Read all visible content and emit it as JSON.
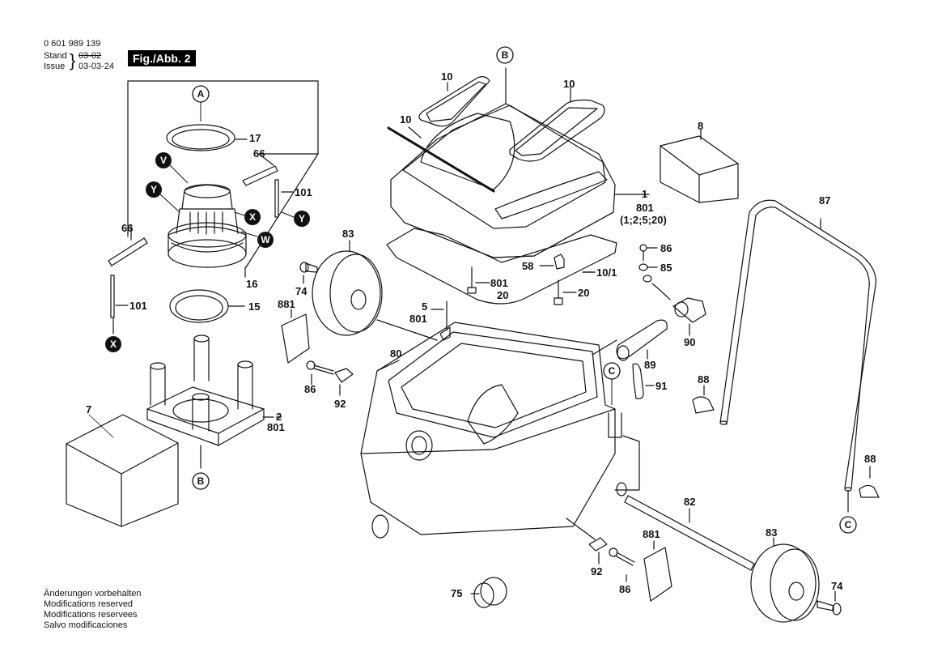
{
  "header": {
    "part_number": "0 601 989 139",
    "stand_label": "Stand",
    "issue_label": "Issue",
    "date_old": "03-02",
    "date_new": "03-03-24",
    "figure": "Fig./Abb. 2"
  },
  "notes": [
    "Änderungen vorbehalten",
    "Modifications reserved",
    "Modifications reservees",
    "Salvo modificaciones"
  ],
  "labels": {
    "p17": "17",
    "p66a": "66",
    "p101a": "101",
    "p66b": "66",
    "p16": "16",
    "p15": "15",
    "p101b": "101",
    "p7": "7",
    "p2": "2",
    "p801a": "801",
    "p10a": "10",
    "p10b": "10",
    "p10c": "10",
    "p8": "8",
    "p801b": "801",
    "p801b_note": "(1;2;5;20)",
    "p87": "87",
    "p83a": "83",
    "p74a": "74",
    "p881a": "881",
    "p86a": "86",
    "p92a": "92",
    "p58": "58",
    "p801c": "801",
    "p20a": "20",
    "p20b": "20",
    "p10_1": "10/1",
    "p5": "5",
    "p801d": "801",
    "p86b": "86",
    "p85": "85",
    "p90": "90",
    "p89": "89",
    "p91": "91",
    "p88a": "88",
    "p88b": "88",
    "p80": "80",
    "p82": "82",
    "p881b": "881",
    "p83b": "83",
    "p92b": "92",
    "p86c": "86",
    "p74b": "74",
    "p75": "75",
    "p1": "1"
  },
  "callouts": {
    "A": "A",
    "B1": "B",
    "B2": "B",
    "C1": "C",
    "C2": "C",
    "V": "V",
    "Y1": "Y",
    "Y2": "Y",
    "X1": "X",
    "X2": "X",
    "W": "W"
  }
}
